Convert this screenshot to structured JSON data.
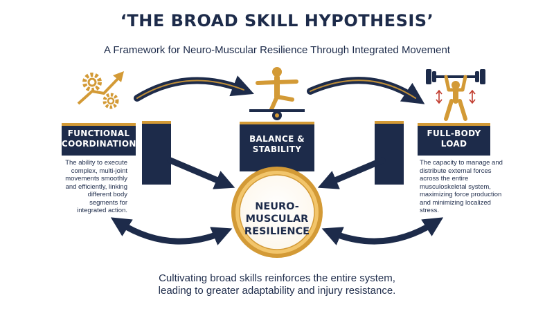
{
  "title": "‘THE BROAD SKILL HYPOTHESIS’",
  "subtitle": "A Framework for Neuro-Muscular Resilience Through Integrated Movement",
  "nodes": {
    "left": {
      "title_line1": "FUNCTIONAL",
      "title_line2": "COORDINATION",
      "description": "The ability to execute complex, multi-joint movements smoothly and efficiently, linking different body segments for integrated action.",
      "icon": "gears-trend-icon"
    },
    "middle": {
      "title_line1": "BALANCE &",
      "title_line2": "STABILITY",
      "icon": "balance-figure-icon"
    },
    "right": {
      "title_line1": "FULL-BODY",
      "title_line2": "LOAD",
      "description": "The capacity to manage and distribute external forces across the entire musculoskeletal system, maximizing force production and minimizing localized stress.",
      "icon": "weightlifter-icon"
    }
  },
  "center": {
    "line1": "NEURO-",
    "line2": "MUSCULAR",
    "line3": "RESILIENCE"
  },
  "footer": {
    "line1": "Cultivating broad skills reinforces the entire system,",
    "line2": "leading to greater adaptability and injury resistance."
  },
  "colors": {
    "navy": "#1d2b4a",
    "gold": "#d39a36",
    "gold_light": "#f2c56b"
  }
}
